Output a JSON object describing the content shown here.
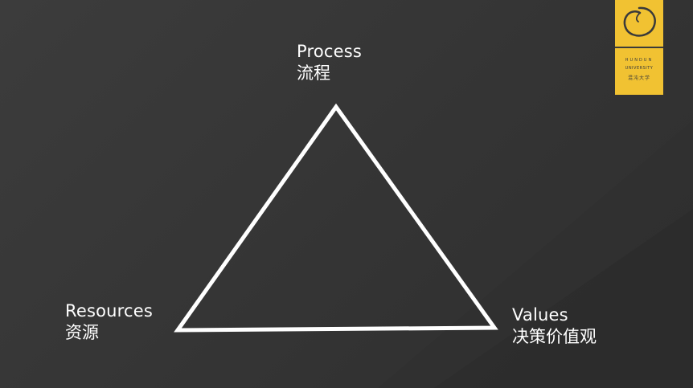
{
  "colors": {
    "background": "#3a3a3a",
    "triangle_stroke": "#ffffff",
    "text": "#ffffff",
    "logo_background": "#f1c232",
    "logo_foreground": "#3a3a3a"
  },
  "diagram": {
    "nodes": {
      "top": {
        "en": "Process",
        "zh": "流程"
      },
      "bottom_left": {
        "en": "Resources",
        "zh": "资源"
      },
      "bottom_right": {
        "en": "Values",
        "zh": "决策价值观"
      }
    }
  },
  "logo": {
    "emblem_icon": "ensō-circle-icon",
    "line1": "HUNDUN",
    "line2": "UNIVERSITY",
    "line3": "混沌大学"
  }
}
